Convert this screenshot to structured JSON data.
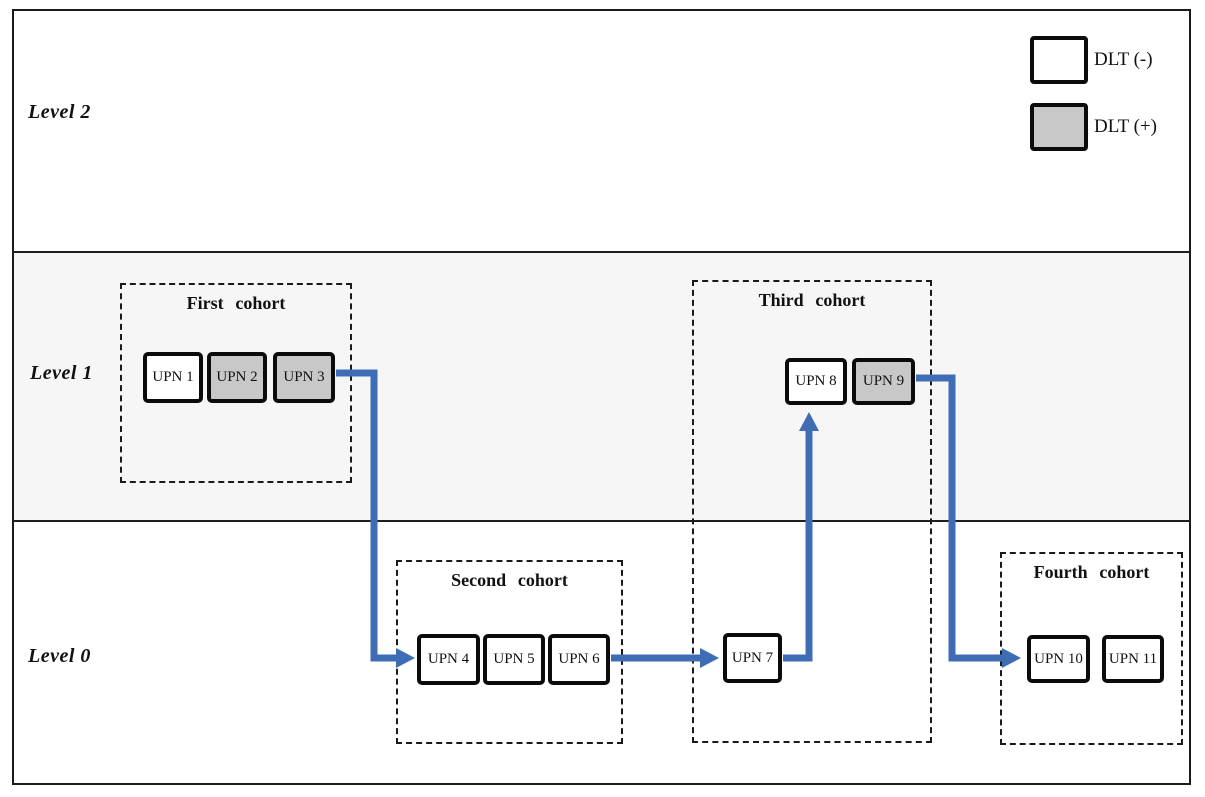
{
  "legend": {
    "items": [
      {
        "label": "DLT (-)",
        "meaning": "dlt-negative",
        "fill": "#ffffff"
      },
      {
        "label": "DLT (+)",
        "meaning": "dlt-positive",
        "fill": "#c8c8c8"
      }
    ]
  },
  "levels": [
    {
      "label": "Level 2"
    },
    {
      "label": "Level 1"
    },
    {
      "label": "Level 0"
    }
  ],
  "cohorts": [
    {
      "title": "First cohort",
      "level": "Level 1",
      "patients": [
        {
          "label": "UPN 1",
          "dlt": "negative"
        },
        {
          "label": "UPN 2",
          "dlt": "positive"
        },
        {
          "label": "UPN 3",
          "dlt": "positive"
        }
      ]
    },
    {
      "title": "Second cohort",
      "level": "Level 0",
      "patients": [
        {
          "label": "UPN 4",
          "dlt": "negative"
        },
        {
          "label": "UPN 5",
          "dlt": "negative"
        },
        {
          "label": "UPN 6",
          "dlt": "negative"
        }
      ]
    },
    {
      "title": "Third cohort",
      "level": "Level 0 and Level 1",
      "patients": [
        {
          "label": "UPN 7",
          "dlt": "negative"
        },
        {
          "label": "UPN 8",
          "dlt": "negative"
        },
        {
          "label": "UPN 9",
          "dlt": "positive"
        }
      ]
    },
    {
      "title": "Fourth cohort",
      "level": "Level 0",
      "patients": [
        {
          "label": "UPN 10",
          "dlt": "negative"
        },
        {
          "label": "UPN 11",
          "dlt": "negative"
        }
      ]
    }
  ],
  "colors": {
    "arrow": "#3e6db6",
    "dlt_positive_fill": "#c8c8c8",
    "dlt_negative_fill": "#ffffff",
    "level1_band": "#f6f6f6",
    "border": "#1a1a1a"
  }
}
